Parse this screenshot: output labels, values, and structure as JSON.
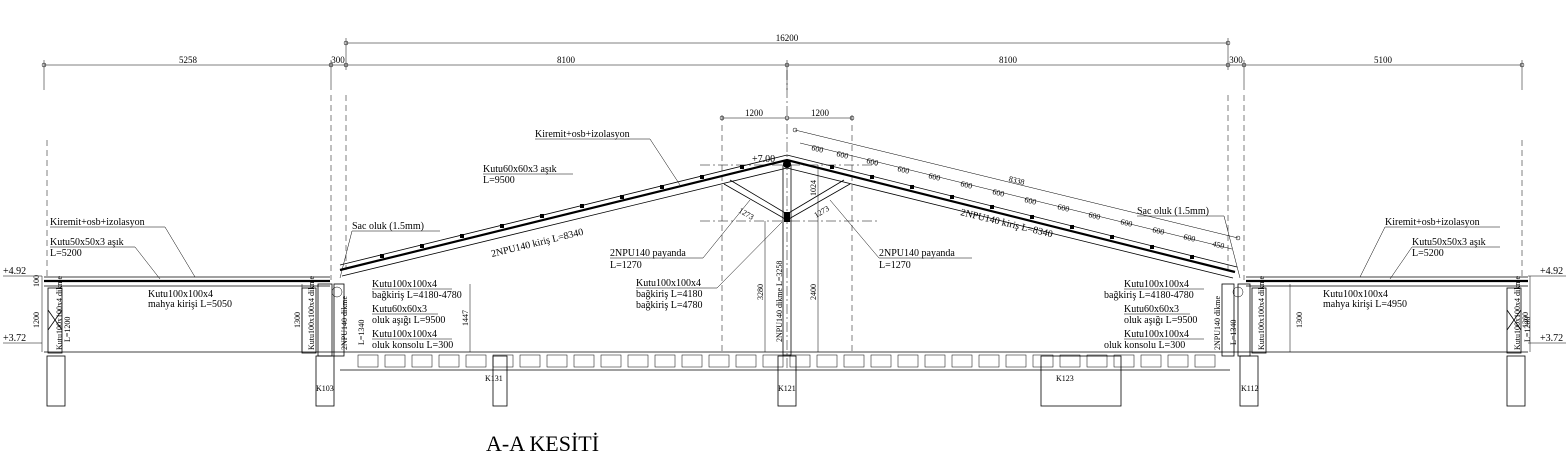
{
  "title": "A-A KESİTİ",
  "dimensions": {
    "overall": "16200",
    "left_bay": "5258",
    "left_gap": "300",
    "mid_left": "8100",
    "mid_right": "8100",
    "right_gap": "300",
    "right_bay": "5100",
    "ridge_left": "1200",
    "ridge_right": "1200",
    "slope_length": "8338",
    "purlin_spacing": [
      "600",
      "600",
      "600",
      "600",
      "600",
      "600",
      "600",
      "600",
      "600",
      "600",
      "600",
      "600",
      "600",
      "600",
      "450"
    ],
    "left_h1": "100",
    "left_h2": "1200",
    "right_h2": "1200",
    "gutter_h_left": "1300",
    "gutter_h_right": "1300",
    "gutter_v_left": "1447",
    "post_h": "3280",
    "post_low": "2400",
    "post_top": "1024",
    "strut_left": "1273",
    "strut_right": "1273"
  },
  "levels": {
    "ridge": "+7.00",
    "left_top": "+4.92",
    "left_bottom": "+3.72",
    "right_top": "+4.92",
    "right_bottom": "+3.72"
  },
  "labels": {
    "roof_cover_main": "Kiremit+osb+izolasyon",
    "purlin_main": "Kutu60x60x3 aşık",
    "purlin_main_len": "L=9500",
    "rafter_left": "2NPU140 kiriş L=8340",
    "rafter_right": "2NPU140 kiriş L=8340",
    "brace_left": "2NPU140 payanda",
    "brace_left_len": "L=1270",
    "brace_right": "2NPU140 payanda",
    "brace_right_len": "L=1270",
    "tie_beam_center_1": "Kutu100x100x4",
    "tie_beam_center_2": "bağkiriş L=4180",
    "tie_beam_center_3": "bağkiriş L=4780",
    "center_post": "2NPU140 dikme L=3258",
    "gutter_left": "Sac oluk (1.5mm)",
    "gutter_right": "Sac oluk (1.5mm)",
    "left_cover": "Kiremit+osb+izolasyon",
    "left_purlin": "Kutu50x50x3 aşık",
    "left_purlin_len": "L=5200",
    "left_ridge_beam_1": "Kutu100x100x4",
    "left_ridge_beam_2": "mahya kirişi L=5050",
    "right_cover": "Kiremit+osb+izolasyon",
    "right_purlin": "Kutu50x50x3 aşık",
    "right_purlin_len": "L=5200",
    "right_ridge_beam_1": "Kutu100x100x4",
    "right_ridge_beam_2": "mahya kirişi L=4950",
    "left_detail_1": "Kutu100x100x4",
    "left_detail_2": "bağkiriş L=4180-4780",
    "left_detail_3": "Kutu60x60x3",
    "left_detail_4": "oluk aşığı L=9500",
    "left_detail_5": "Kutu100x100x4",
    "left_detail_6": "oluk konsolu L=300",
    "right_detail_1": "Kutu100x100x4",
    "right_detail_2": "bağkiriş L=4180-4780",
    "right_detail_3": "Kutu60x60x3",
    "right_detail_4": "oluk aşığı L=9500",
    "right_detail_5": "Kutu100x100x4",
    "right_detail_6": "oluk konsolu L=300",
    "left_post_a": "Kutu100x100x4 dikme",
    "left_post_a2": "L=1200",
    "left_post_b": "Kutu100x100x4 dikme",
    "left_post_b2": "L=1340",
    "left_post_c": "2NPU140 dikme",
    "right_post_a": "Kutu100x100x4 dikme",
    "right_post_a2": "L=1200",
    "right_post_b": "Kutu100x100x4 dikme",
    "right_post_b2": "L=1340",
    "right_post_c": "2NPU140 dikme"
  },
  "columns": [
    "K103",
    "K131",
    "K121",
    "K123",
    "K112"
  ]
}
